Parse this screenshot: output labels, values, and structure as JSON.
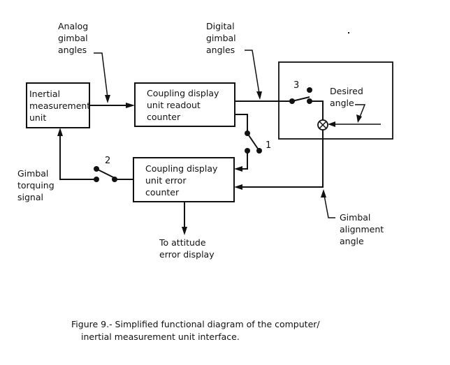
{
  "figure": {
    "caption_line1": "Figure 9.-  Simplified functional diagram of the computer/",
    "caption_line2": "inertial measurement unit interface."
  },
  "blocks": {
    "imu": [
      "Inertial",
      "measurement",
      "unit"
    ],
    "readout_counter": [
      "Coupling display",
      "unit readout",
      "counter"
    ],
    "error_counter": [
      "Coupling display",
      "unit error",
      "counter"
    ]
  },
  "labels": {
    "analog": [
      "Analog",
      "gimbal",
      "angles"
    ],
    "digital": [
      "Digital",
      "gimbal",
      "angles"
    ],
    "desired": [
      "Desired",
      "angle"
    ],
    "torquing": [
      "Gimbal",
      "torquing",
      "signal"
    ],
    "attitude": [
      "To attitude",
      "error display"
    ],
    "alignment": [
      "Gimbal",
      "alignment",
      "angle"
    ]
  },
  "switches": {
    "s1": "1",
    "s2": "2",
    "s3": "3"
  }
}
